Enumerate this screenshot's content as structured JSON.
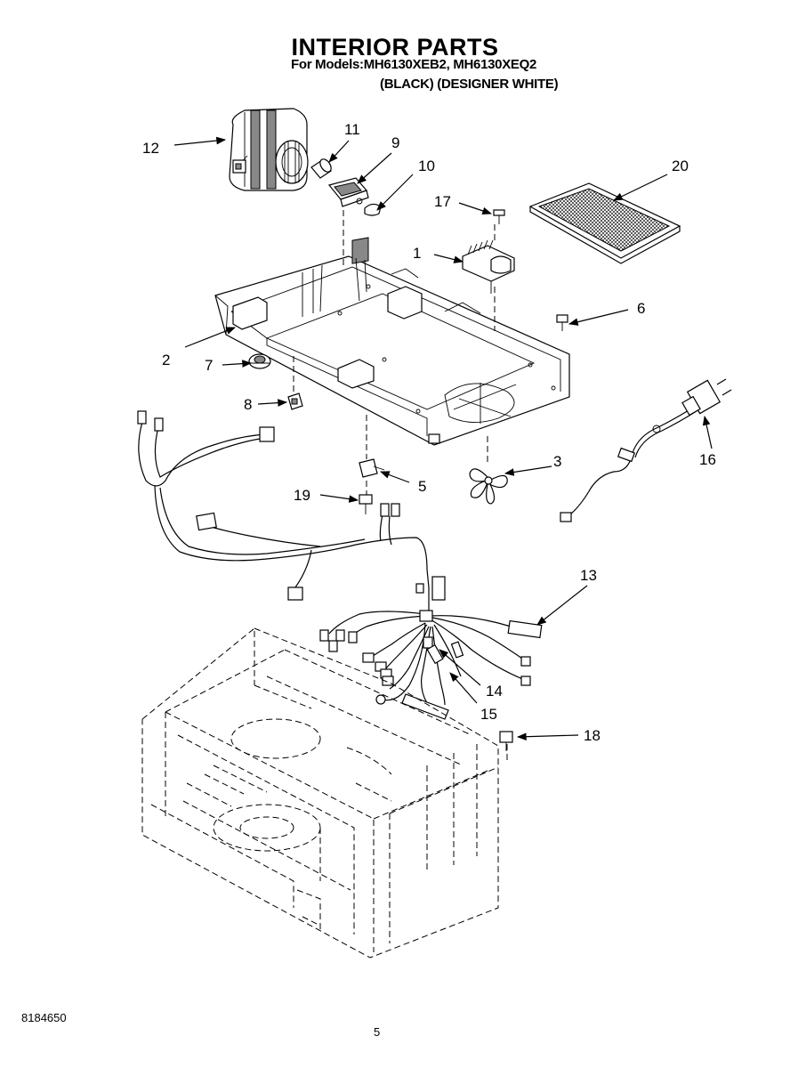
{
  "title": "INTERIOR PARTS",
  "models_line": "For Models:MH6130XEB2, MH6130XEQ2",
  "colors_line": "(BLACK) (DESIGNER WHITE)",
  "callouts": [
    {
      "id": "c1",
      "label": "1"
    },
    {
      "id": "c2",
      "label": "2"
    },
    {
      "id": "c3",
      "label": "3"
    },
    {
      "id": "c5",
      "label": "5"
    },
    {
      "id": "c6",
      "label": "6"
    },
    {
      "id": "c7",
      "label": "7"
    },
    {
      "id": "c8",
      "label": "8"
    },
    {
      "id": "c9",
      "label": "9"
    },
    {
      "id": "c10",
      "label": "10"
    },
    {
      "id": "c11",
      "label": "11"
    },
    {
      "id": "c12",
      "label": "12"
    },
    {
      "id": "c13",
      "label": "13"
    },
    {
      "id": "c14",
      "label": "14"
    },
    {
      "id": "c15",
      "label": "15"
    },
    {
      "id": "c16",
      "label": "16"
    },
    {
      "id": "c17",
      "label": "17"
    },
    {
      "id": "c18",
      "label": "18"
    },
    {
      "id": "c19",
      "label": "19"
    },
    {
      "id": "c20",
      "label": "20"
    }
  ],
  "footer": {
    "doc_number": "8184650",
    "page_number": "5"
  }
}
